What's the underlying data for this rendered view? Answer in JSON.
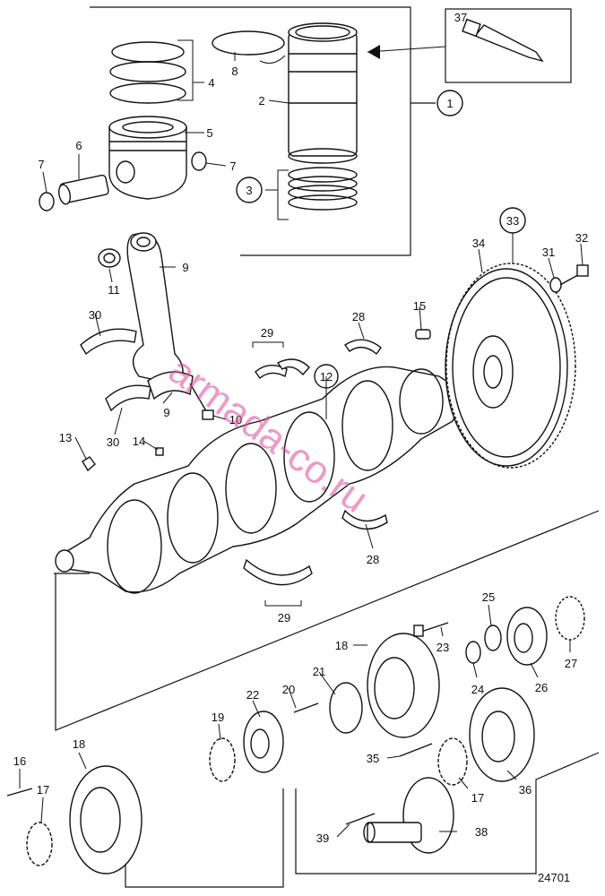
{
  "callouts": {
    "c1": "1",
    "c2": "2",
    "c3": "3",
    "c4": "4",
    "c5": "5",
    "c6": "6",
    "c7a": "7",
    "c7b": "7",
    "c8": "8",
    "c9a": "9",
    "c9b": "9",
    "c10": "10",
    "c11": "11",
    "c12": "12",
    "c13": "13",
    "c14": "14",
    "c15": "15",
    "c16": "16",
    "c17a": "17",
    "c17b": "17",
    "c18a": "18",
    "c18b": "18",
    "c19": "19",
    "c20": "20",
    "c21": "21",
    "c22": "22",
    "c23": "23",
    "c24": "24",
    "c25": "25",
    "c26": "26",
    "c27": "27",
    "c28a": "28",
    "c28b": "28",
    "c29a": "29",
    "c29b": "29",
    "c30a": "30",
    "c30b": "30",
    "c31": "31",
    "c32": "32",
    "c33": "33",
    "c34": "34",
    "c35": "35",
    "c36": "36",
    "c37": "37",
    "c38": "38",
    "c39": "39"
  },
  "figure_number": "24701",
  "watermark": "armada-co.ru",
  "colors": {
    "ink": "#111111",
    "watermark": "#e0479a",
    "background": "#ffffff"
  }
}
